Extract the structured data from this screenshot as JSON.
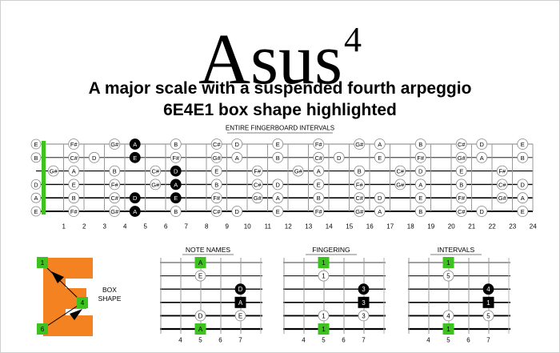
{
  "title": {
    "main": "Asus",
    "sup": "4"
  },
  "subtitle_line1": "A major scale with a suspended fourth arpeggio",
  "subtitle_line2": "6E4E1 box shape highlighted",
  "fingerboard": {
    "label": "ENTIRE FINGERBOARD INTERVALS",
    "fret_numbers": [
      "1",
      "2",
      "3",
      "4",
      "5",
      "6",
      "7",
      "8",
      "9",
      "10",
      "11",
      "12",
      "13",
      "14",
      "15",
      "16",
      "17",
      "18",
      "19",
      "20",
      "21",
      "22",
      "23",
      "24"
    ],
    "strings": [
      {
        "open": "E",
        "notes": [
          "",
          "F#",
          "",
          "G#",
          "A",
          "",
          "B",
          "",
          "C#",
          "D",
          "",
          "E",
          "",
          "F#",
          "",
          "G#",
          "A",
          "",
          "B",
          "",
          "C#",
          "D",
          "",
          "E"
        ]
      },
      {
        "open": "B",
        "notes": [
          "",
          "C#",
          "D",
          "",
          "E",
          "",
          "F#",
          "",
          "G#",
          "A",
          "",
          "B",
          "",
          "C#",
          "D",
          "",
          "E",
          "",
          "F#",
          "",
          "G#",
          "A",
          "",
          "B"
        ]
      },
      {
        "open": "",
        "notes": [
          "G#",
          "A",
          "",
          "B",
          "",
          "C#",
          "D",
          "",
          "E",
          "",
          "F#",
          "",
          "G#",
          "A",
          "",
          "B",
          "",
          "C#",
          "D",
          "",
          "E",
          "",
          "F#",
          ""
        ]
      },
      {
        "open": "D",
        "notes": [
          "",
          "E",
          "",
          "F#",
          "",
          "G#",
          "A",
          "",
          "B",
          "",
          "C#",
          "D",
          "",
          "E",
          "",
          "F#",
          "",
          "G#",
          "A",
          "",
          "B",
          "",
          "C#",
          "D"
        ]
      },
      {
        "open": "A",
        "notes": [
          "",
          "B",
          "",
          "C#",
          "D",
          "",
          "E",
          "",
          "F#",
          "",
          "G#",
          "A",
          "",
          "B",
          "",
          "C#",
          "D",
          "",
          "E",
          "",
          "F#",
          "",
          "G#",
          "A"
        ]
      },
      {
        "open": "E",
        "notes": [
          "",
          "F#",
          "",
          "G#",
          "A",
          "",
          "B",
          "",
          "C#",
          "D",
          "",
          "E",
          "",
          "F#",
          "",
          "G#",
          "A",
          "",
          "B",
          "",
          "C#",
          "D",
          "",
          "E"
        ]
      }
    ],
    "highlighted_black": [
      [
        0,
        5
      ],
      [
        1,
        5
      ],
      [
        2,
        7
      ],
      [
        3,
        7
      ],
      [
        4,
        5
      ],
      [
        4,
        7
      ],
      [
        5,
        5
      ]
    ]
  },
  "box_legend": {
    "label_line1": "BOX",
    "label_line2": "SHAPE",
    "markers": [
      "1",
      "4",
      "6"
    ],
    "colors": {
      "letter": "#f58220",
      "marker": "#3ec21f"
    }
  },
  "small_diagrams": {
    "fret_numbers": [
      "4",
      "5",
      "6",
      "7"
    ],
    "panels": [
      {
        "title": "NOTE NAMES",
        "rows": [
          {
            "string": 0,
            "fret": 5,
            "text": "A",
            "style": "green"
          },
          {
            "string": 1,
            "fret": 5,
            "text": "E",
            "style": "white"
          },
          {
            "string": 2,
            "fret": 7,
            "text": "D",
            "style": "black"
          },
          {
            "string": 3,
            "fret": 7,
            "text": "A",
            "style": "black-square"
          },
          {
            "string": 4,
            "fret": 5,
            "text": "D",
            "style": "white"
          },
          {
            "string": 4,
            "fret": 7,
            "text": "E",
            "style": "white"
          },
          {
            "string": 5,
            "fret": 5,
            "text": "A",
            "style": "green"
          }
        ]
      },
      {
        "title": "FINGERING",
        "rows": [
          {
            "string": 0,
            "fret": 5,
            "text": "1",
            "style": "green"
          },
          {
            "string": 1,
            "fret": 5,
            "text": "1",
            "style": "white"
          },
          {
            "string": 2,
            "fret": 7,
            "text": "3",
            "style": "black"
          },
          {
            "string": 3,
            "fret": 7,
            "text": "3",
            "style": "black-square"
          },
          {
            "string": 4,
            "fret": 5,
            "text": "1",
            "style": "white"
          },
          {
            "string": 4,
            "fret": 7,
            "text": "3",
            "style": "white"
          },
          {
            "string": 5,
            "fret": 5,
            "text": "1",
            "style": "green"
          }
        ]
      },
      {
        "title": "INTERVALS",
        "rows": [
          {
            "string": 0,
            "fret": 5,
            "text": "1",
            "style": "green"
          },
          {
            "string": 1,
            "fret": 5,
            "text": "5",
            "style": "white"
          },
          {
            "string": 2,
            "fret": 7,
            "text": "4",
            "style": "black"
          },
          {
            "string": 3,
            "fret": 7,
            "text": "1",
            "style": "black-square"
          },
          {
            "string": 4,
            "fret": 5,
            "text": "4",
            "style": "white"
          },
          {
            "string": 4,
            "fret": 7,
            "text": "5",
            "style": "white"
          },
          {
            "string": 5,
            "fret": 5,
            "text": "1",
            "style": "green"
          }
        ]
      }
    ]
  }
}
